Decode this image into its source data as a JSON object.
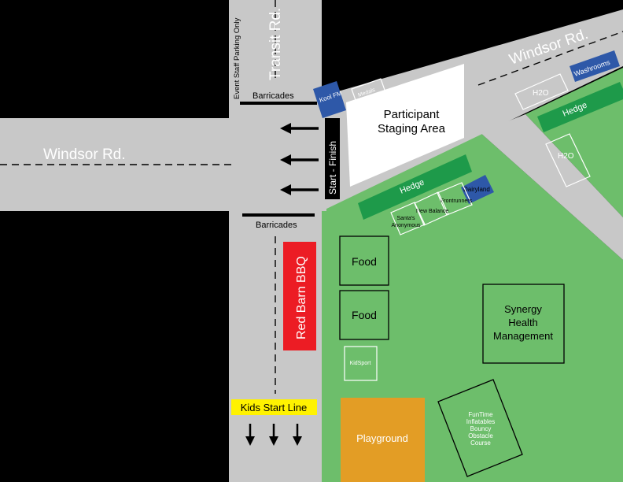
{
  "roads": {
    "windsor_main": "Windsor Rd.",
    "windsor_diagonal": "Windsor Rd.",
    "transit": "Transit Rd."
  },
  "labels": {
    "event_staff_parking": "Event Staff Parking Only",
    "barricades_top": "Barricades",
    "barricades_bottom": "Barricades",
    "start_finish": "Start - Finish",
    "kool_fm": "Kool FM",
    "medals": "Medals",
    "participant_staging_line1": "Participant",
    "participant_staging_line2": "Staging Area",
    "hedge_left": "Hedge",
    "hedge_right": "Hedge",
    "dairyland": "Dairyland",
    "frontrunners": "Frontrunners",
    "new_balance": "New Balance",
    "santas_line1": "Santa's",
    "santas_line2": "Anonymous",
    "washrooms": "Washrooms",
    "h2o_top": "H2O",
    "h2o_mid": "H2O",
    "food_1": "Food",
    "food_2": "Food",
    "red_barn_bbq": "Red Barn BBQ",
    "synergy_line1": "Synergy",
    "synergy_line2": "Health",
    "synergy_line3": "Management",
    "kidsport": "KidSport",
    "kids_start_line": "Kids Start Line",
    "playground": "Playground",
    "funtime_line1": "FunTime",
    "funtime_line2": "Inflatables",
    "funtime_line3": "Bouncy",
    "funtime_line4": "Obstacle",
    "funtime_line5": "Course"
  },
  "colors": {
    "road": "#c8c8c8",
    "park": "#6dbe6b",
    "hedge": "#1e9a4a",
    "sponsor_blue": "#2e58a8",
    "bbq_red": "#ec1c24",
    "kids_yellow": "#fff200",
    "playground_orange": "#e39d25"
  }
}
